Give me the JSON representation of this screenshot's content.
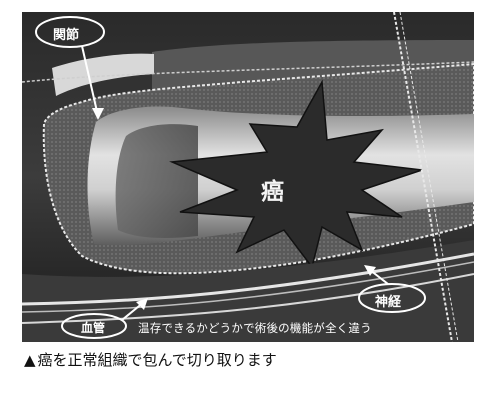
{
  "illustration": {
    "labels": {
      "joint": "関節",
      "tumor": "癌",
      "nerve": "神経",
      "vessel": "血管",
      "note": "温存できるかどうかで術後の機能が全く違う"
    }
  },
  "caption": {
    "marker": "▲",
    "text": "癌を正常組織で包んで切り取ります"
  }
}
